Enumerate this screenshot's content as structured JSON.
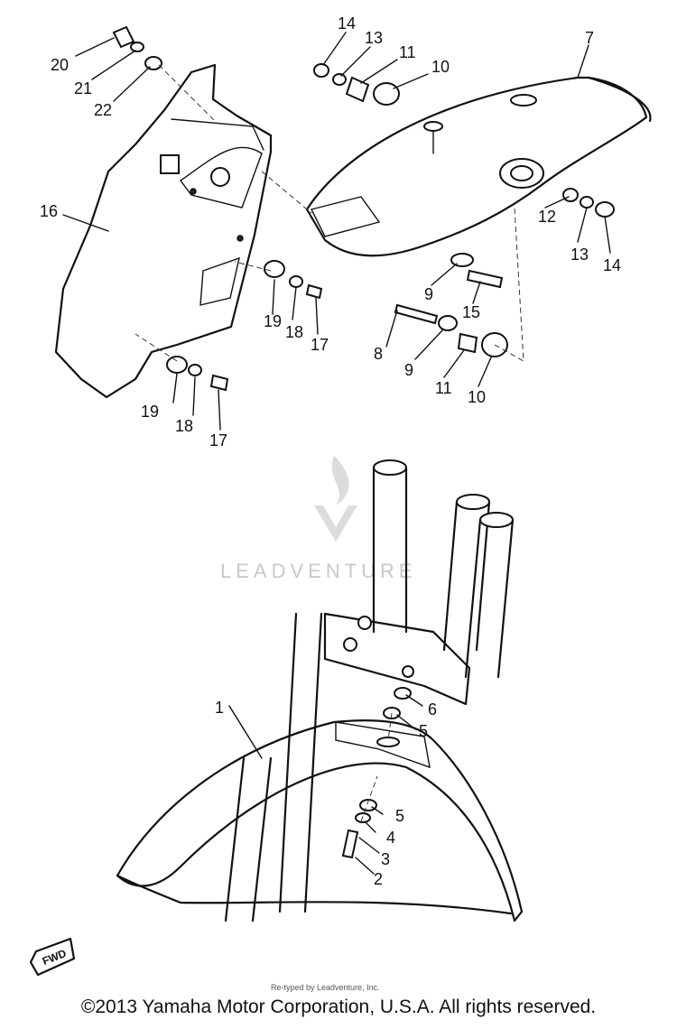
{
  "diagram": {
    "callouts": {
      "c1": "1",
      "c2": "2",
      "c3": "3",
      "c4": "4",
      "c5a": "5",
      "c5b": "5",
      "c6": "6",
      "c7": "7",
      "c8": "8",
      "c9a": "9",
      "c9b": "9",
      "c10a": "10",
      "c10b": "10",
      "c11a": "11",
      "c11b": "11",
      "c12": "12",
      "c13a": "13",
      "c13b": "13",
      "c14a": "14",
      "c14b": "14",
      "c15": "15",
      "c16": "16",
      "c17a": "17",
      "c17b": "17",
      "c18a": "18",
      "c18b": "18",
      "c19a": "19",
      "c19b": "19",
      "c20": "20",
      "c21": "21",
      "c22": "22"
    },
    "fwd_label": "FWD",
    "watermark": {
      "brand": "LEADVENTURE",
      "fine_print": "Re-typed by Leadventure, Inc."
    }
  },
  "footer": {
    "copyright": "©2013 Yamaha Motor Corporation, U.S.A. All rights reserved."
  }
}
